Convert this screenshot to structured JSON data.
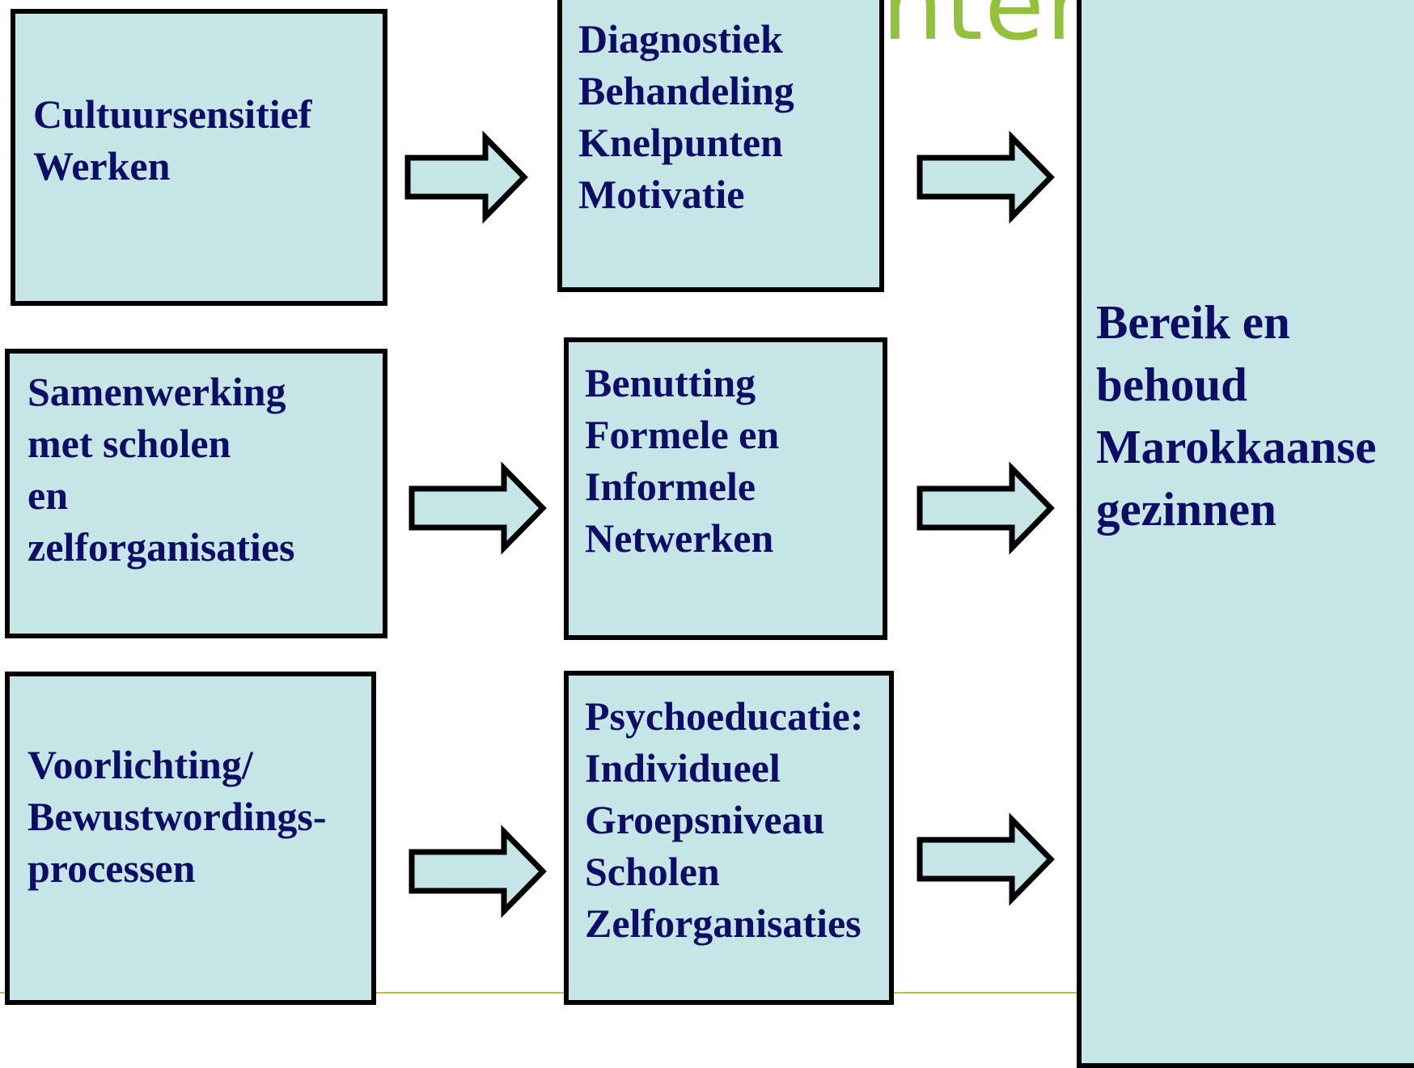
{
  "watermark": "nterr",
  "left_column": [
    {
      "lines": [
        "Cultuursensitief",
        "Werken"
      ]
    },
    {
      "lines": [
        "Samenwerking",
        "met scholen",
        "en",
        "zelforganisaties"
      ]
    },
    {
      "lines": [
        "Voorlichting/",
        "Bewustwordings-",
        "processen"
      ]
    }
  ],
  "middle_column": [
    {
      "lines": [
        "Diagnostiek",
        "Behandeling",
        "Knelpunten",
        "Motivatie"
      ]
    },
    {
      "lines": [
        "Benutting",
        "Formele en",
        "Informele",
        "Netwerken"
      ]
    },
    {
      "lines": [
        "Psychoeducatie:",
        "Individueel",
        "Groepsniveau",
        "Scholen",
        "Zelforganisaties"
      ]
    }
  ],
  "result": {
    "lines": [
      "Bereik en",
      "behoud",
      "Marokkaanse",
      "gezinnen"
    ]
  },
  "colors": {
    "box_fill": "#c5e5e7",
    "text": "#0d0d66",
    "border": "#000000",
    "watermark": "#93c13c",
    "footer_line": "#b9bd4a"
  }
}
